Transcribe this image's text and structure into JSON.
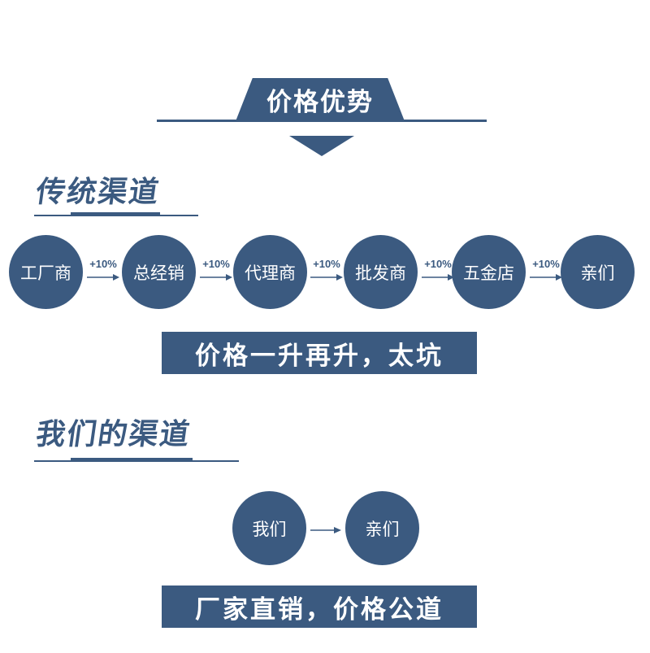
{
  "header": {
    "title": "价格优势"
  },
  "traditional": {
    "heading": "传统渠道",
    "nodes": [
      "工厂商",
      "总经销",
      "代理商",
      "批发商",
      "五金店",
      "亲们"
    ],
    "markups": [
      "+10%",
      "+10%",
      "+10%",
      "+10%",
      "+10%"
    ],
    "banner": "价格一升再升，太坑"
  },
  "ours": {
    "heading": "我们的渠道",
    "nodes": [
      "我们",
      "亲们"
    ],
    "banner": "厂家直销，价格公道"
  },
  "colors": {
    "accent": "#3b5a80",
    "background": "#ffffff"
  },
  "icons": {
    "down-arrow": "down-triangle-icon",
    "flow-arrow": "right-arrow-icon"
  }
}
